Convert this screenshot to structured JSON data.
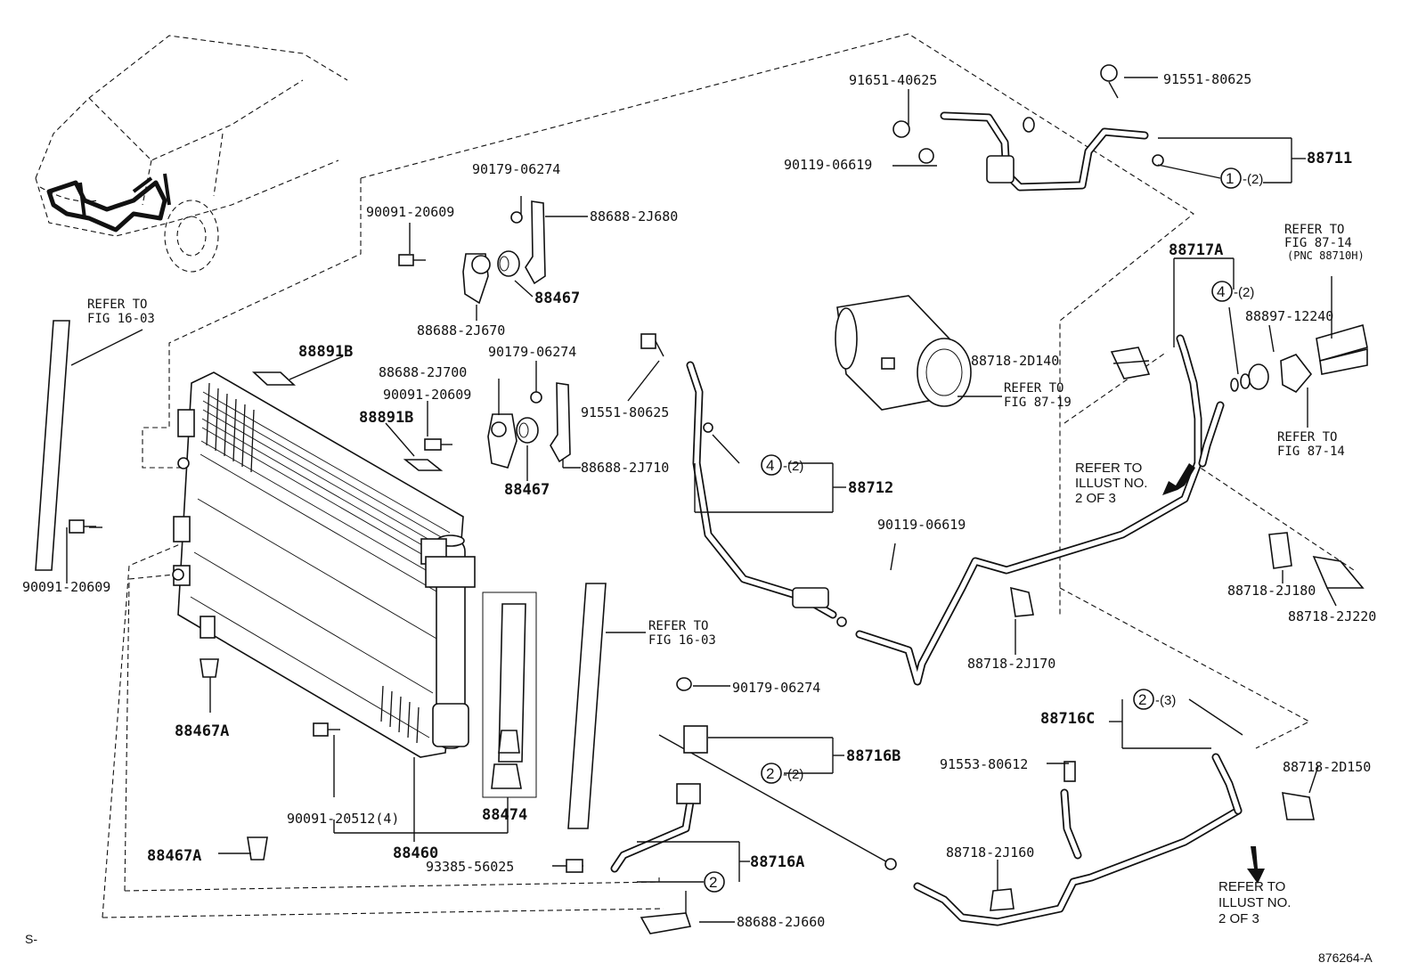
{
  "labels": {
    "p91651_40625": "91651-40625",
    "p91551_80625_top": "91551-80625",
    "p90119_06619_top": "90119-06619",
    "p88711": "88711",
    "qty_88711": "-(2)",
    "circ_1": "1",
    "p90179_06274_a": "90179-06274",
    "p88688_2J680": "88688-2J680",
    "p90091_20609_a": "90091-20609",
    "p88467_a": "88467",
    "p88688_2J670": "88688-2J670",
    "refer_16_03_a_1": "REFER TO",
    "refer_16_03_a_2": "FIG 16-03",
    "p88891B_a": "88891B",
    "p88688_2J700": "88688-2J700",
    "p90179_06274_b": "90179-06274",
    "p90091_20609_b": "90091-20609",
    "p88891B_b": "88891B",
    "p88467_b": "88467",
    "p88688_2J710": "88688-2J710",
    "p91551_80625_mid": "91551-80625",
    "p88712": "88712",
    "circ_4_a": "4",
    "qty_88712": "-(2)",
    "p88718_2D140": "88718-2D140",
    "refer_87_19_1": "REFER TO",
    "refer_87_19_2": "FIG 87-19",
    "p88717A": "88717A",
    "circ_4_b": "4",
    "qty_88717A": "-(2)",
    "refer_87_14_a_1": "REFER TO",
    "refer_87_14_a_2": "FIG 87-14",
    "refer_87_14_a_3": "(PNC 88710H)",
    "p88897_12240": "88897-12240",
    "refer_87_14_b_1": "REFER TO",
    "refer_87_14_b_2": "FIG 87-14",
    "refer_illust_a_1": "REFER TO",
    "refer_illust_a_2": "ILLUST NO.",
    "refer_illust_a_3": "2 OF 3",
    "p90091_20609_c": "90091-20609",
    "p90119_06619_mid": "90119-06619",
    "p88718_2J180": "88718-2J180",
    "p88718_2J220": "88718-2J220",
    "p88718_2J170": "88718-2J170",
    "refer_16_03_b_1": "REFER TO",
    "refer_16_03_b_2": "FIG 16-03",
    "p88467A_a": "88467A",
    "p90179_06274_c": "90179-06274",
    "p88716B": "88716B",
    "circ_2_a": "2",
    "qty_88716B": "-(2)",
    "p88716C": "88716C",
    "circ_2_b": "2",
    "qty_88716C": "-(3)",
    "p91553_80612": "91553-80612",
    "p88718_2D150": "88718-2D150",
    "p90091_20512": "90091-20512(4)",
    "p88474": "88474",
    "p88460": "88460",
    "p88467A_b": "88467A",
    "p93385_56025": "93385-56025",
    "p88716A": "88716A",
    "circ_2_c": "2",
    "p88718_2J160": "88718-2J160",
    "refer_illust_b_1": "REFER TO",
    "refer_illust_b_2": "ILLUST NO.",
    "refer_illust_b_3": "2 OF 3",
    "p88688_2J660": "88688-2J660",
    "footer_left": "S-",
    "footer_right": "876264-A"
  },
  "icons": {
    "compressor": "ac-compressor-icon",
    "condenser": "condenser-icon",
    "car": "vehicle-location-icon"
  }
}
